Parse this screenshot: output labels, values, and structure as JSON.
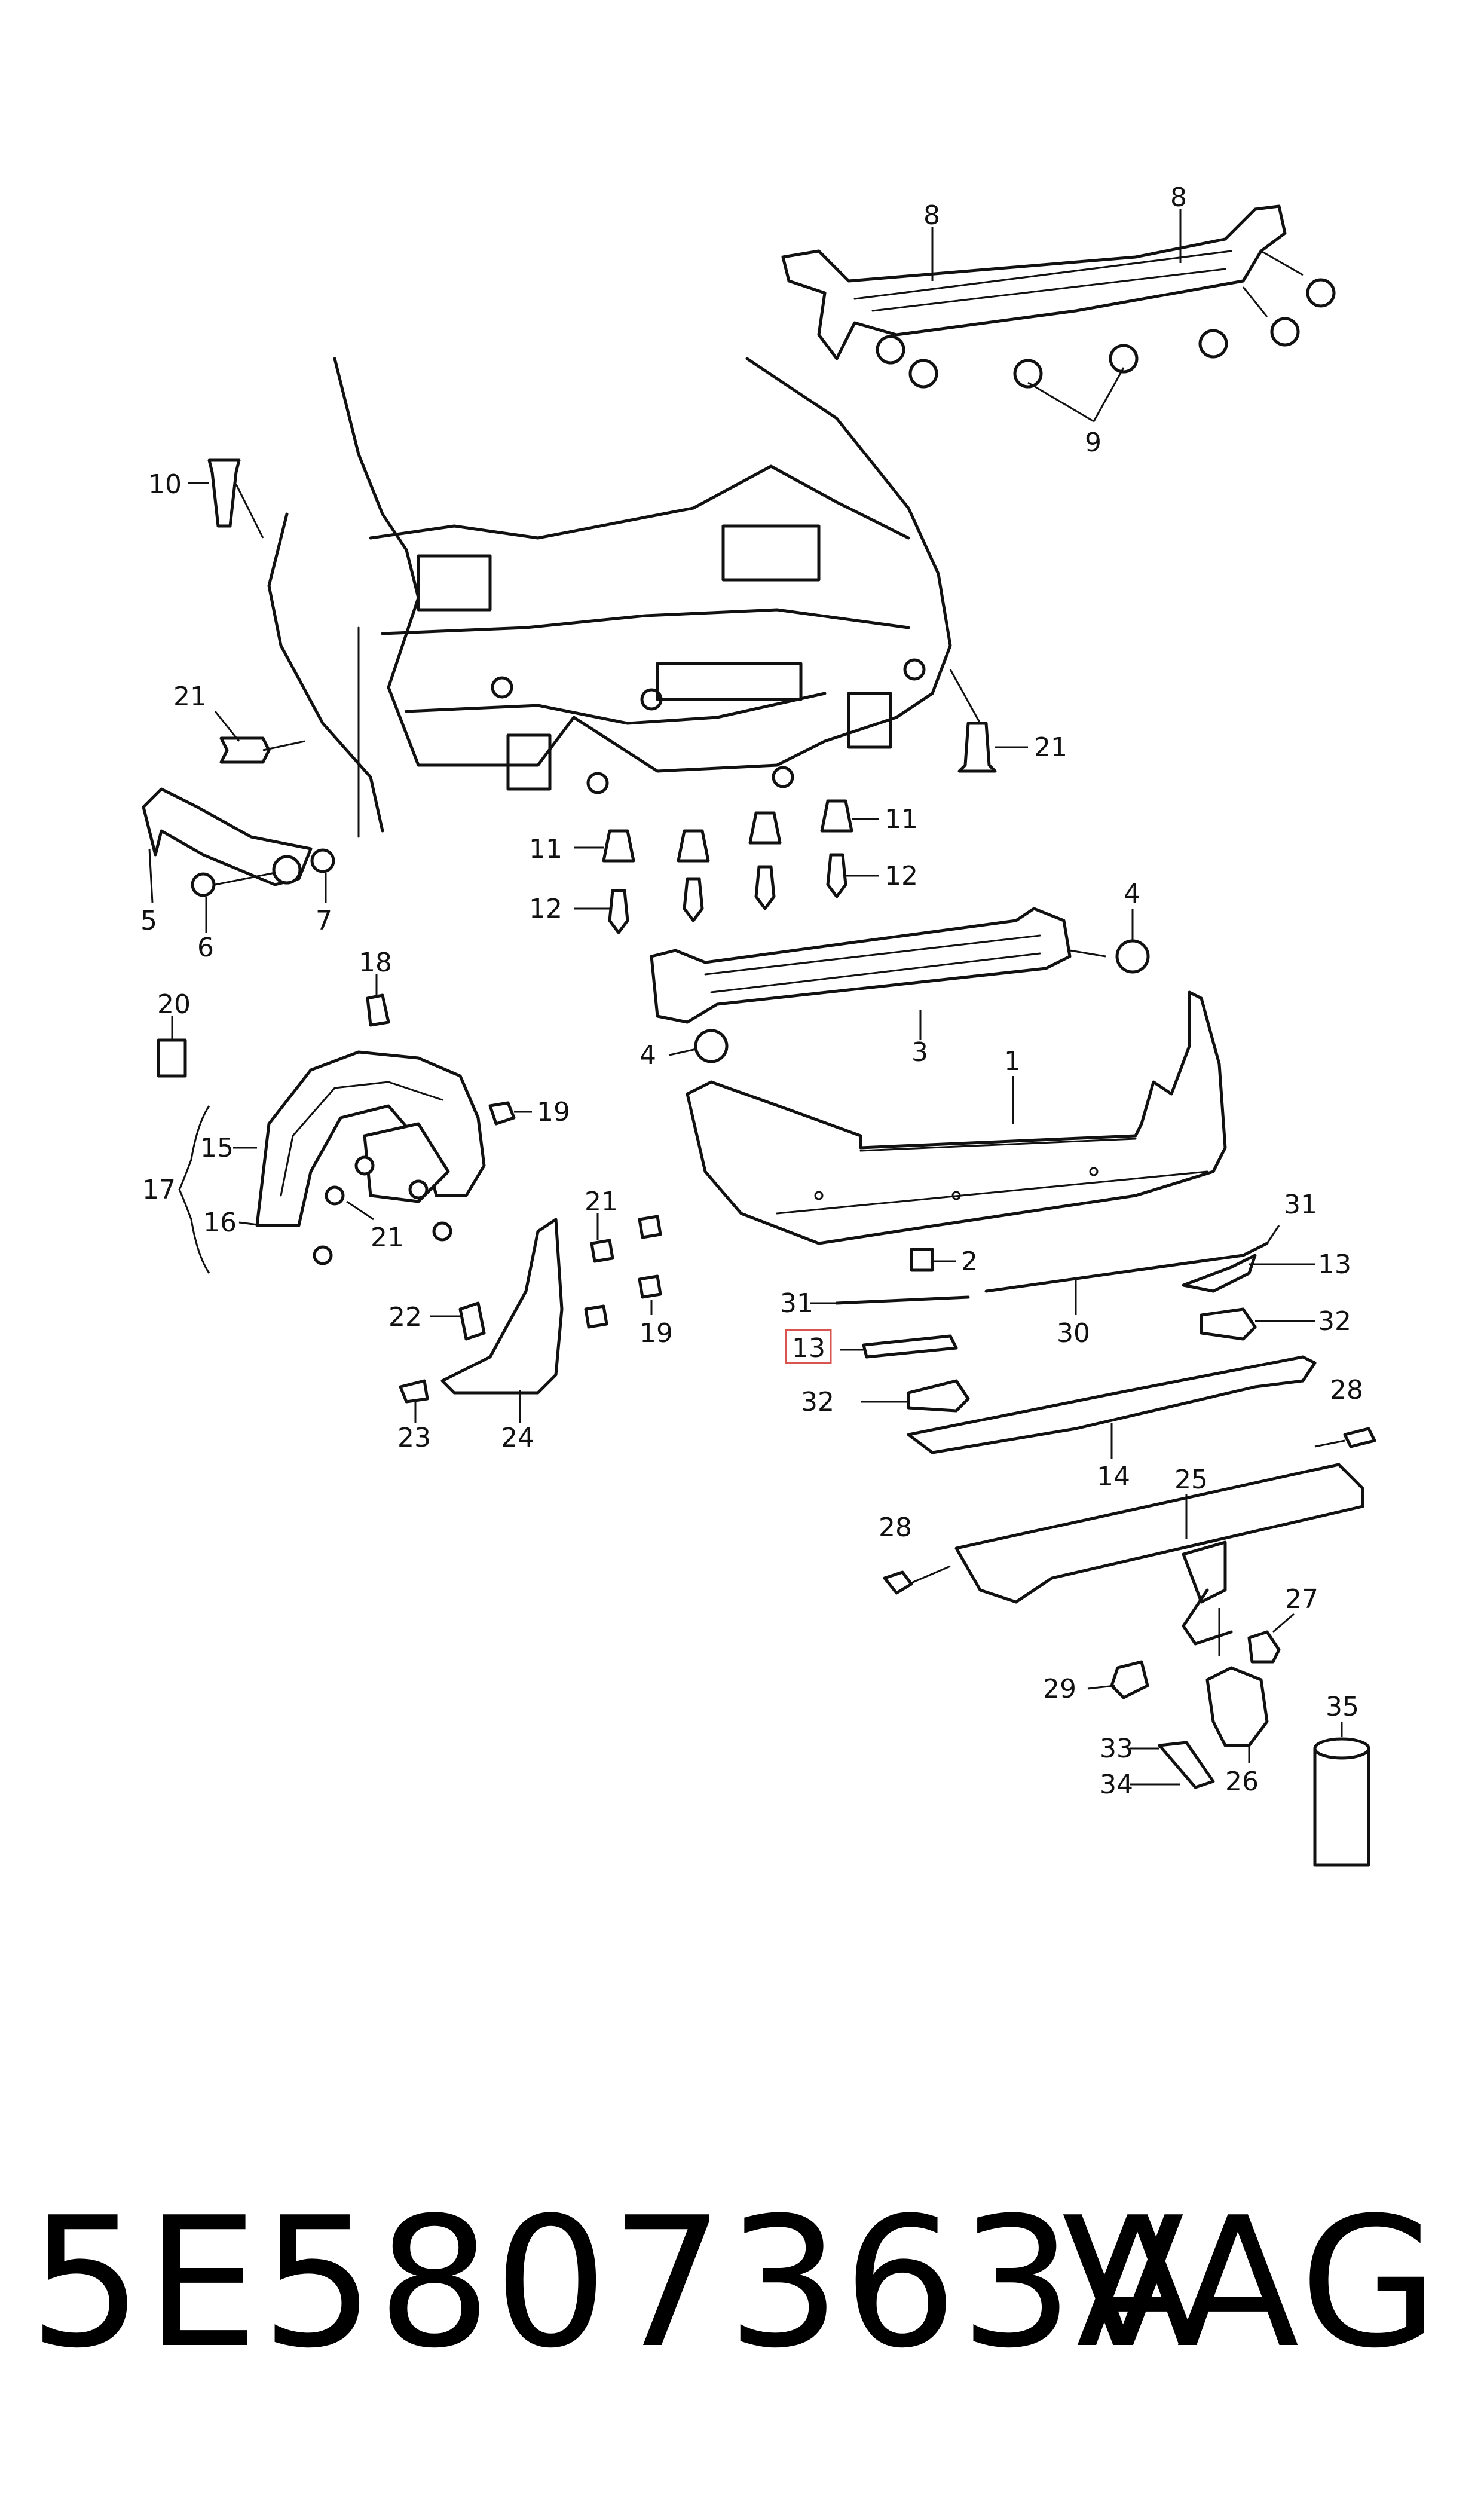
{
  "callouts": {
    "c1": "1",
    "c2": "2",
    "c3": "3",
    "c4a": "4",
    "c4b": "4",
    "c5": "5",
    "c6": "6",
    "c7": "7",
    "c8a": "8",
    "c8b": "8",
    "c9": "9",
    "c10": "10",
    "c11a": "11",
    "c11b": "11",
    "c12a": "12",
    "c12b": "12",
    "c13a": "13",
    "c13b": "13",
    "c14": "14",
    "c15": "15",
    "c16": "16",
    "c17": "17",
    "c18": "18",
    "c19a": "19",
    "c19b": "19",
    "c20": "20",
    "c21a": "21",
    "c21b": "21",
    "c21c": "21",
    "c21d": "21",
    "c22": "22",
    "c23": "23",
    "c24": "24",
    "c25": "25",
    "c26": "26",
    "c27": "27",
    "c28a": "28",
    "c28b": "28",
    "c29": "29",
    "c30": "30",
    "c31a": "31",
    "c31b": "31",
    "c32a": "32",
    "c32b": "32",
    "c33": "33",
    "c34": "34",
    "c35": "35"
  },
  "highlighted_callout": "13",
  "footer": {
    "part_number": "5E5807363A",
    "brand": "VAG"
  },
  "colors": {
    "line": "#111111",
    "highlight": "#d9534f",
    "background": "#ffffff"
  }
}
